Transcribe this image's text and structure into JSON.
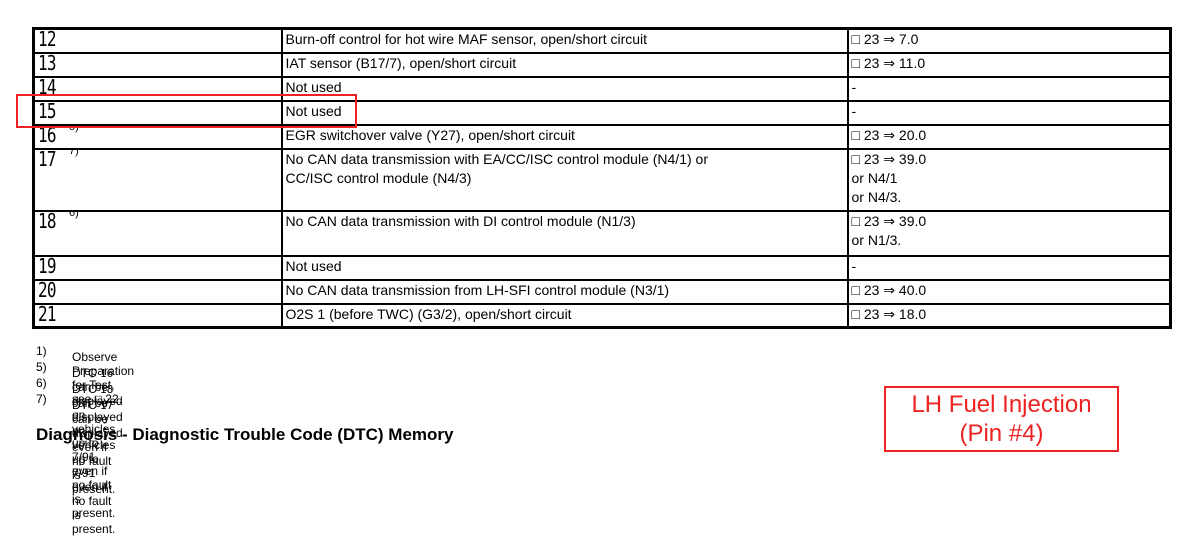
{
  "rows": [
    {
      "code": "12",
      "note": "",
      "description": "Burn-off control for hot wire MAF sensor, open/short circuit",
      "reference": "□ 23 ⇒ 7.0"
    },
    {
      "code": "13",
      "note": "",
      "description": "IAT sensor (B17/7), open/short circuit",
      "reference": "□ 23 ⇒ 11.0"
    },
    {
      "code": "14",
      "note": "",
      "description": "Not used",
      "reference": "-"
    },
    {
      "code": "15",
      "note": "",
      "description": "Not used",
      "reference": "-"
    },
    {
      "code": "16",
      "note": "5)",
      "description": "EGR switchover valve (Y27), open/short circuit",
      "reference": "□ 23 ⇒ 20.0"
    },
    {
      "code": "17",
      "note": "7)",
      "description": "No CAN data transmission with EA/CC/ISC control module (N4/1) or\nCC/ISC control module (N4/3)",
      "reference": "□ 23 ⇒ 39.0\nor N4/1\nor N4/3."
    },
    {
      "code": "18",
      "note": "6)",
      "description": "No CAN data transmission with DI control module (N1/3)",
      "reference": "□ 23 ⇒ 39.0\nor N1/3."
    },
    {
      "code": "19",
      "note": "",
      "description": "Not used",
      "reference": "-"
    },
    {
      "code": "20",
      "note": "",
      "description": "No CAN data transmission from LH-SFI control module (N3/1)",
      "reference": "□ 23 ⇒ 40.0"
    },
    {
      "code": "21",
      "note": "",
      "description": "O2S 1 (before TWC) (G3/2), open/short circuit",
      "reference": "□ 23 ⇒ 18.0"
    }
  ],
  "footnotes": [
    {
      "num": "1)",
      "pre": "Observe Preparation for Test, see",
      "code": "",
      "post": "  □  22."
    },
    {
      "num": "5)",
      "pre": "DTC ",
      "code": "16",
      "post": " can be displayed on vehicles up to 7/91 even if no fault is present."
    },
    {
      "num": "6)",
      "pre": "DTC ",
      "code": "18",
      "post": " can be displayed on vehicles up to 7/91 even if no fault is present."
    },
    {
      "num": "7)",
      "pre": "DTC ",
      "code": "17",
      "post": " can be displayed even if no fault is present."
    }
  ],
  "footer_title": "Diagnosis - Diagnostic Trouble Code (DTC) Memory",
  "stamp": {
    "line1": "LH Fuel Injection",
    "line2": "(Pin #4)"
  },
  "colors": {
    "annotation": "#ee2222",
    "border": "#000000"
  }
}
